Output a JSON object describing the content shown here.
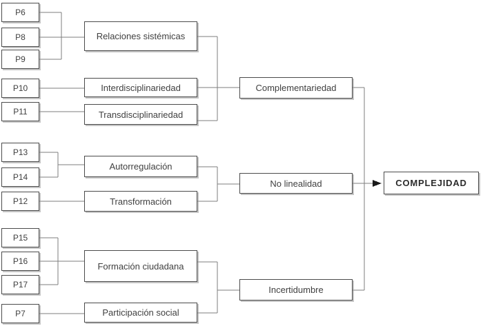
{
  "diagram": {
    "title": "Concept map: categories converging to COMPLEJIDAD",
    "nodes": {
      "p6": "P6",
      "p8": "P8",
      "p9": "P9",
      "p10": "P10",
      "p11": "P11",
      "p13": "P13",
      "p14": "P14",
      "p12": "P12",
      "p15": "P15",
      "p16": "P16",
      "p17": "P17",
      "p7": "P7",
      "relaciones": "Relaciones sistémicas",
      "interdisciplinariedad": "Interdisciplinariedad",
      "transdisciplinariedad": "Transdisciplinariedad",
      "autorregulacion": "Autorregulación",
      "transformacion": "Transformación",
      "formacion": "Formación ciudadana",
      "participacion": "Participación social",
      "complementariedad": "Complementariedad",
      "no_linealidad": "No linealidad",
      "incertidumbre": "Incertidumbre",
      "complejidad": "COMPLEJIDAD"
    },
    "relations": [
      {
        "from": [
          "P6",
          "P8",
          "P9"
        ],
        "to": "Relaciones sistémicas"
      },
      {
        "from": [
          "P10"
        ],
        "to": "Interdisciplinariedad"
      },
      {
        "from": [
          "P11"
        ],
        "to": "Transdisciplinariedad"
      },
      {
        "from": [
          "Relaciones sistémicas",
          "Interdisciplinariedad",
          "Transdisciplinariedad"
        ],
        "to": "Complementariedad"
      },
      {
        "from": [
          "P13",
          "P14"
        ],
        "to": "Autorregulación"
      },
      {
        "from": [
          "P12"
        ],
        "to": "Transformación"
      },
      {
        "from": [
          "Autorregulación",
          "Transformación"
        ],
        "to": "No linealidad"
      },
      {
        "from": [
          "P15",
          "P16",
          "P17"
        ],
        "to": "Formación ciudadana"
      },
      {
        "from": [
          "P7"
        ],
        "to": "Participación social"
      },
      {
        "from": [
          "Formación ciudadana",
          "Participación social"
        ],
        "to": "Incertidumbre"
      },
      {
        "from": [
          "Complementariedad",
          "No linealidad",
          "Incertidumbre"
        ],
        "to": "COMPLEJIDAD"
      }
    ],
    "colors": {
      "background": "#ffffff",
      "box_border": "#4a4a4a",
      "box_shadow": "#a8a8a8",
      "connector_line": "#7d7d7d",
      "text": "#3f3f3f",
      "arrowhead": "#1a1a1a"
    }
  }
}
